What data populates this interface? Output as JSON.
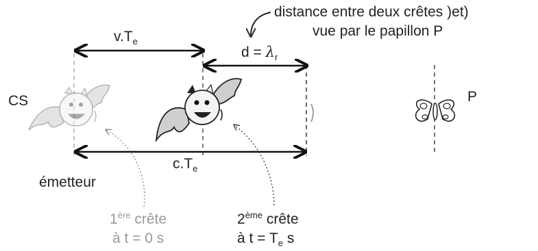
{
  "labels": {
    "distance_line1": "distance entre deux crêtes",
    "distance_line2": "vue par le papillon P",
    "vTe_main": "v.T",
    "vTe_sub": "e",
    "d_main": "d = ",
    "d_lambda": "λ",
    "d_sub": "r",
    "cTe_main": "c.T",
    "cTe_sub": "e",
    "cs": "CS",
    "emetteur": "émetteur",
    "P": "P",
    "first_num": "1",
    "first_sup": "ère",
    "first_word": " crête",
    "first_time": "à t = 0 s",
    "second_num": "2",
    "second_sup": "ème",
    "second_word": " crête",
    "second_time_a": "à t = T",
    "second_time_sub": "e",
    "second_time_b": " s"
  },
  "colors": {
    "ink": "#111111",
    "faded": "#9a9a9a",
    "bat_body": "#f2f2f2",
    "bat_wing": "#cfcfcf"
  }
}
